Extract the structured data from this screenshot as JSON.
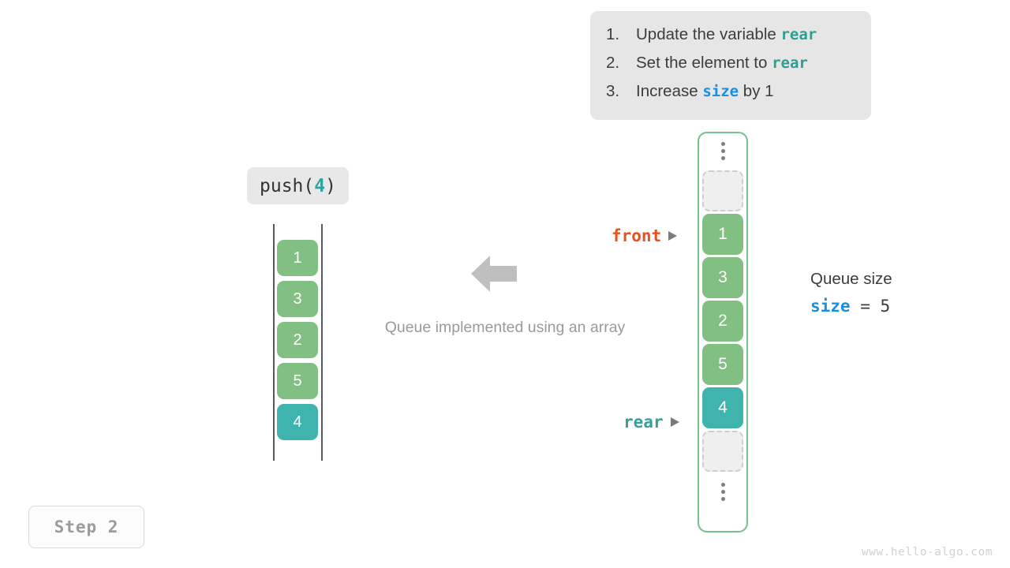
{
  "instructions": {
    "items": [
      {
        "num": "1.",
        "pre": "Update the variable ",
        "code": "rear",
        "code_kind": "teal",
        "post": ""
      },
      {
        "num": "2.",
        "pre": "Set the element to ",
        "code": "rear",
        "code_kind": "teal",
        "post": ""
      },
      {
        "num": "3.",
        "pre": "Increase ",
        "code": "size",
        "code_kind": "blue",
        "post": " by 1"
      }
    ]
  },
  "operation": {
    "name": "push(",
    "arg": "4",
    "close": ")"
  },
  "left_queue": {
    "cells": [
      {
        "value": "1",
        "color": "green"
      },
      {
        "value": "3",
        "color": "green"
      },
      {
        "value": "2",
        "color": "green"
      },
      {
        "value": "5",
        "color": "green"
      },
      {
        "value": "4",
        "color": "teal"
      }
    ]
  },
  "caption": "Queue implemented using an array",
  "memory_array": {
    "slots": [
      {
        "kind": "dots",
        "value": ""
      },
      {
        "kind": "empty",
        "value": ""
      },
      {
        "kind": "green",
        "value": "1"
      },
      {
        "kind": "green",
        "value": "3"
      },
      {
        "kind": "green",
        "value": "2"
      },
      {
        "kind": "green",
        "value": "5"
      },
      {
        "kind": "teal",
        "value": "4"
      },
      {
        "kind": "empty",
        "value": ""
      },
      {
        "kind": "dots",
        "value": ""
      }
    ]
  },
  "pointers": {
    "front": "front",
    "rear": "rear"
  },
  "size_panel": {
    "title": "Queue size",
    "var": "size",
    "expr": " = 5"
  },
  "step_badge": "Step 2",
  "watermark": "www.hello-algo.com",
  "colors": {
    "green": "#81bf82",
    "teal": "#3fb3ad",
    "front": "#e8511b",
    "rear": "#37a095",
    "blue": "#1a8fe0",
    "array_border": "#76c08b",
    "muted": "#9a9a9a"
  }
}
